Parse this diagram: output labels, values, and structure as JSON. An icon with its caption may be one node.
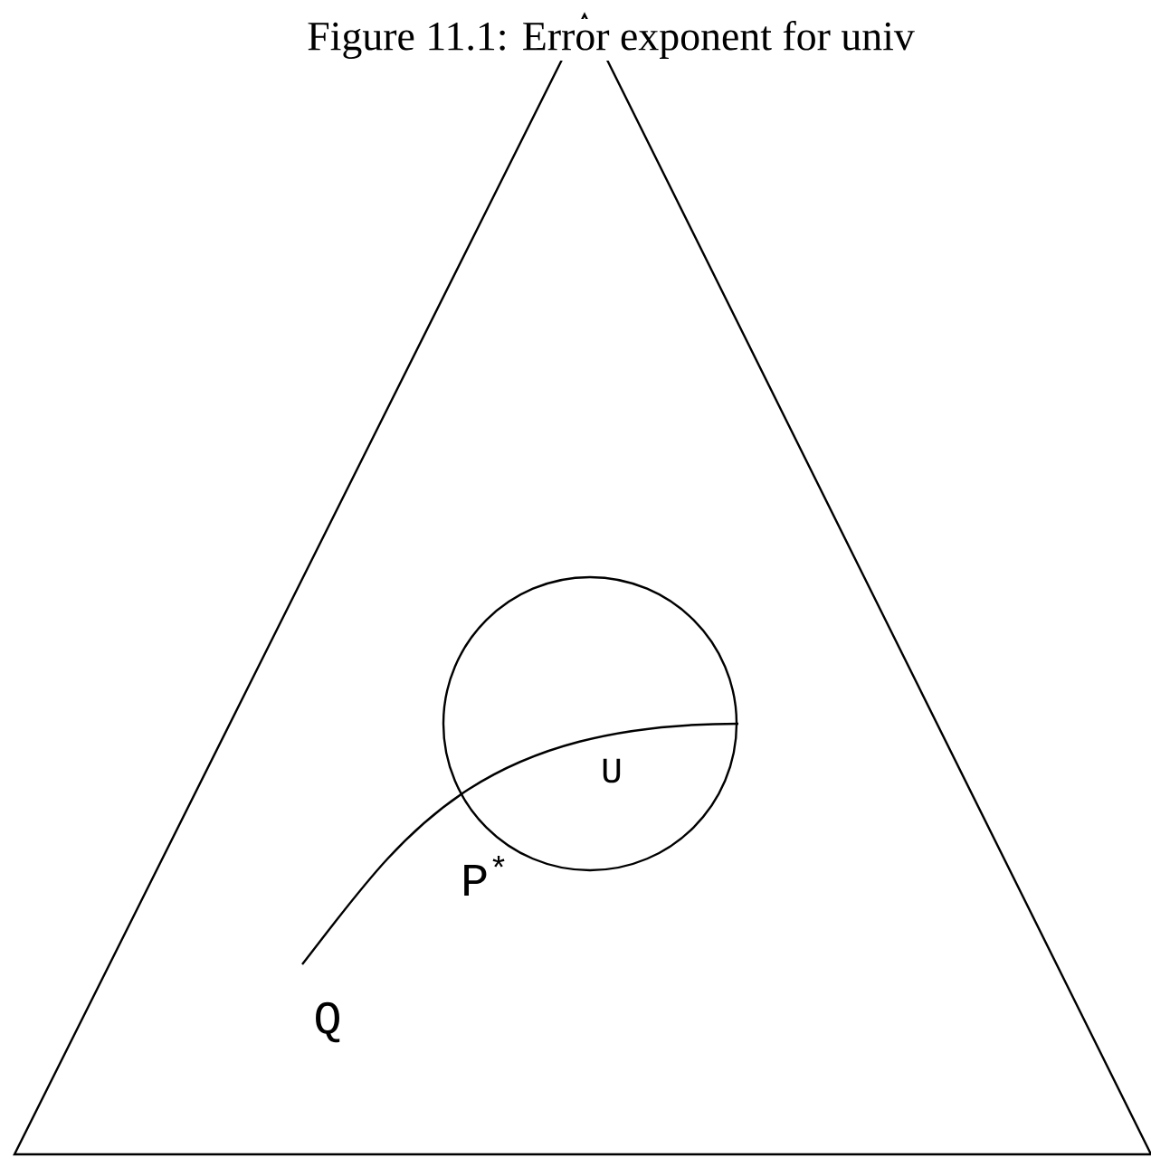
{
  "diagram": {
    "title": "Figure 11.1: Error exponent for univ",
    "nodes": [
      {
        "text": [
          "U"
        ]
      }
    ],
    "labels": [
      "P$^{*}$",
      "Q"
    ]
  }
}
